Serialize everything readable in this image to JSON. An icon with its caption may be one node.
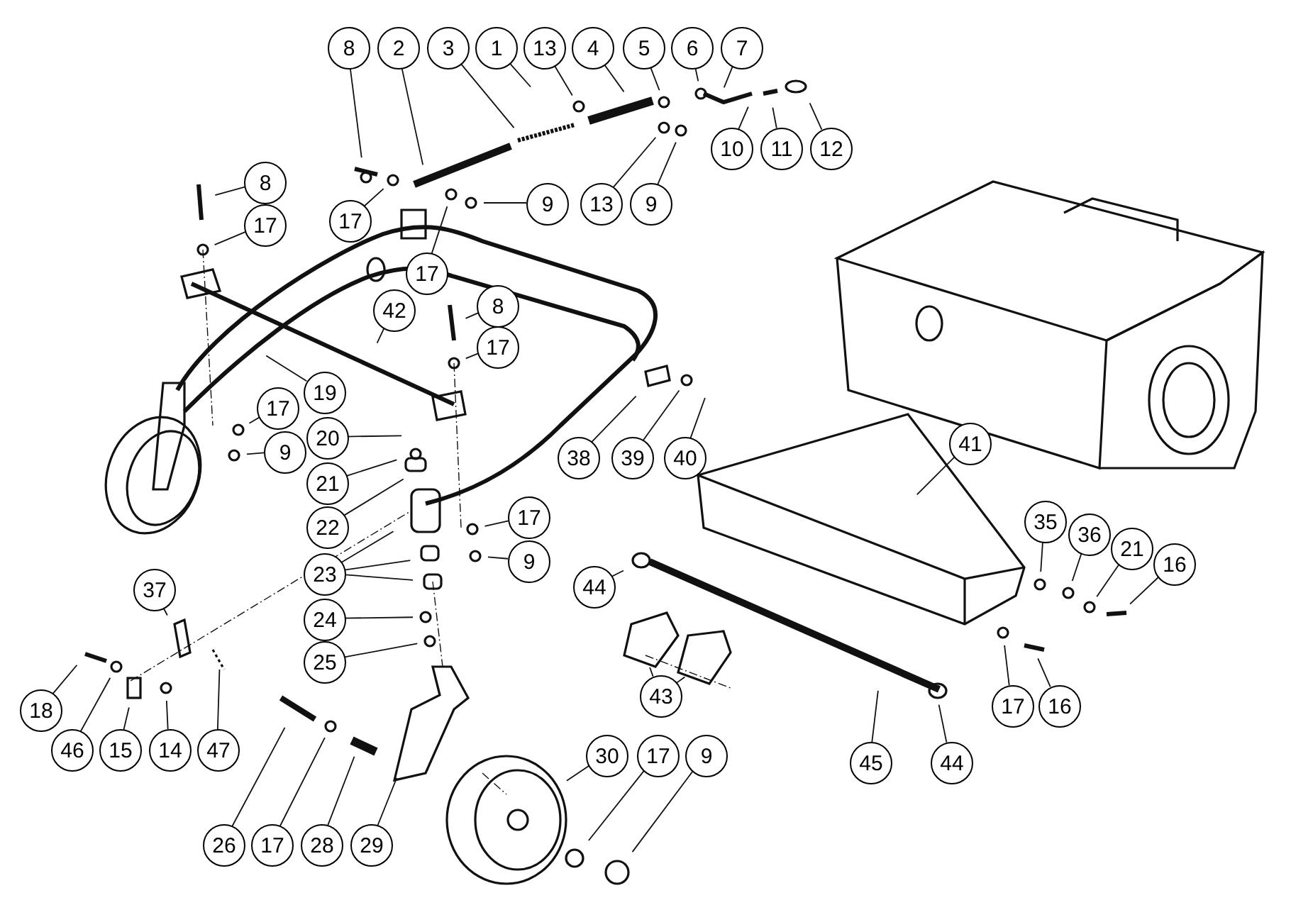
{
  "diagram": {
    "nodes": [
      {
        "text": [
          "8"
        ]
      },
      {
        "text": [
          "2"
        ]
      },
      {
        "text": [
          "3"
        ]
      },
      {
        "text": [
          "1"
        ]
      },
      {
        "text": [
          "13"
        ]
      },
      {
        "text": [
          "4"
        ]
      },
      {
        "text": [
          "5"
        ]
      },
      {
        "text": [
          "6"
        ]
      },
      {
        "text": [
          "7"
        ]
      },
      {
        "text": [
          "10"
        ]
      },
      {
        "text": [
          "11"
        ]
      },
      {
        "text": [
          "12"
        ]
      },
      {
        "text": [
          "17"
        ]
      },
      {
        "text": [
          "9"
        ]
      },
      {
        "text": [
          "13"
        ]
      },
      {
        "text": [
          "9"
        ]
      },
      {
        "text": [
          "8"
        ]
      },
      {
        "text": [
          "17"
        ]
      },
      {
        "text": [
          "17"
        ]
      },
      {
        "text": [
          "42"
        ]
      },
      {
        "text": [
          "8"
        ]
      },
      {
        "text": [
          "17"
        ]
      },
      {
        "text": [
          "19"
        ]
      },
      {
        "text": [
          "17"
        ]
      },
      {
        "text": [
          "9"
        ]
      },
      {
        "text": [
          "38"
        ]
      },
      {
        "text": [
          "39"
        ]
      },
      {
        "text": [
          "40"
        ]
      },
      {
        "text": [
          "20"
        ]
      },
      {
        "text": [
          "21"
        ]
      },
      {
        "text": [
          "22"
        ]
      },
      {
        "text": [
          "41"
        ]
      },
      {
        "text": [
          "35"
        ]
      },
      {
        "text": [
          "36"
        ]
      },
      {
        "text": [
          "21"
        ]
      },
      {
        "text": [
          "16"
        ]
      },
      {
        "text": [
          "23"
        ]
      },
      {
        "text": [
          "17"
        ]
      },
      {
        "text": [
          "9"
        ]
      },
      {
        "text": [
          "37"
        ]
      },
      {
        "text": [
          "44"
        ]
      },
      {
        "text": [
          "24"
        ]
      },
      {
        "text": [
          "25"
        ]
      },
      {
        "text": [
          "43"
        ]
      },
      {
        "text": [
          "17"
        ]
      },
      {
        "text": [
          "16"
        ]
      },
      {
        "text": [
          "18"
        ]
      },
      {
        "text": [
          "46"
        ]
      },
      {
        "text": [
          "15"
        ]
      },
      {
        "text": [
          "14"
        ]
      },
      {
        "text": [
          "47"
        ]
      },
      {
        "text": [
          "30"
        ]
      },
      {
        "text": [
          "17"
        ]
      },
      {
        "text": [
          "9"
        ]
      },
      {
        "text": [
          "45"
        ]
      },
      {
        "text": [
          "44"
        ]
      },
      {
        "text": [
          "26"
        ]
      },
      {
        "text": [
          "17"
        ]
      },
      {
        "text": [
          "28"
        ]
      },
      {
        "text": [
          "29"
        ]
      }
    ],
    "edges": [
      {
        "from": 0,
        "to": null,
        "arrow": "none"
      },
      {
        "from": 1,
        "to": null,
        "arrow": "none"
      },
      {
        "from": 2,
        "to": null,
        "arrow": "none"
      },
      {
        "from": 3,
        "to": null,
        "arrow": "none"
      },
      {
        "from": 4,
        "to": null,
        "arrow": "none"
      },
      {
        "from": 5,
        "to": null,
        "arrow": "none"
      },
      {
        "from": 6,
        "to": null,
        "arrow": "none"
      },
      {
        "from": 7,
        "to": null,
        "arrow": "none"
      },
      {
        "from": 8,
        "to": null,
        "arrow": "none"
      },
      {
        "from": 9,
        "to": null,
        "arrow": "none"
      },
      {
        "from": 10,
        "to": null,
        "arrow": "none"
      },
      {
        "from": 11,
        "to": null,
        "arrow": "none"
      },
      {
        "from": 12,
        "to": null,
        "arrow": "none"
      },
      {
        "from": 13,
        "to": null,
        "arrow": "none"
      },
      {
        "from": 14,
        "to": null,
        "arrow": "none"
      },
      {
        "from": 15,
        "to": null,
        "arrow": "none"
      },
      {
        "from": 16,
        "to": null,
        "arrow": "none"
      },
      {
        "from": 17,
        "to": null,
        "arrow": "none"
      },
      {
        "from": 18,
        "to": null,
        "arrow": "none"
      },
      {
        "from": 19,
        "to": null,
        "arrow": "none"
      },
      {
        "from": 20,
        "to": null,
        "arrow": "none"
      },
      {
        "from": 21,
        "to": null,
        "arrow": "none"
      },
      {
        "from": 22,
        "to": null,
        "arrow": "none"
      },
      {
        "from": 23,
        "to": null,
        "arrow": "none"
      },
      {
        "from": 24,
        "to": null,
        "arrow": "none"
      },
      {
        "from": 25,
        "to": null,
        "arrow": "none"
      },
      {
        "from": 26,
        "to": null,
        "arrow": "none"
      },
      {
        "from": 27,
        "to": null,
        "arrow": "none"
      },
      {
        "from": 28,
        "to": null,
        "arrow": "none"
      },
      {
        "from": 29,
        "to": null,
        "arrow": "none"
      },
      {
        "from": 30,
        "to": null,
        "arrow": "none"
      },
      {
        "from": 31,
        "to": null,
        "arrow": "none"
      },
      {
        "from": 32,
        "to": null,
        "arrow": "none"
      },
      {
        "from": 33,
        "to": null,
        "arrow": "none"
      },
      {
        "from": 34,
        "to": null,
        "arrow": "none"
      },
      {
        "from": 35,
        "to": null,
        "arrow": "none"
      },
      {
        "from": 36,
        "to": null,
        "arrow": "none"
      },
      {
        "from": 36,
        "to": null,
        "arrow": "none"
      },
      {
        "from": 36,
        "to": null,
        "arrow": "none"
      },
      {
        "from": 37,
        "to": null,
        "arrow": "none"
      },
      {
        "from": 38,
        "to": null,
        "arrow": "none"
      },
      {
        "from": 39,
        "to": null,
        "arrow": "none"
      },
      {
        "from": 40,
        "to": null,
        "arrow": "none"
      },
      {
        "from": 41,
        "to": null,
        "arrow": "none"
      },
      {
        "from": 42,
        "to": null,
        "arrow": "none"
      },
      {
        "from": 43,
        "to": null,
        "arrow": "none"
      },
      {
        "from": 43,
        "to": null,
        "arrow": "none"
      },
      {
        "from": 44,
        "to": null,
        "arrow": "none"
      },
      {
        "from": 45,
        "to": null,
        "arrow": "none"
      },
      {
        "from": 46,
        "to": null,
        "arrow": "none"
      },
      {
        "from": 47,
        "to": null,
        "arrow": "none"
      },
      {
        "from": 48,
        "to": null,
        "arrow": "none"
      },
      {
        "from": 49,
        "to": null,
        "arrow": "none"
      },
      {
        "from": 50,
        "to": null,
        "arrow": "none"
      },
      {
        "from": 51,
        "to": null,
        "arrow": "none"
      },
      {
        "from": 52,
        "to": null,
        "arrow": "none"
      },
      {
        "from": 53,
        "to": null,
        "arrow": "none"
      },
      {
        "from": 54,
        "to": null,
        "arrow": "none"
      },
      {
        "from": 55,
        "to": null,
        "arrow": "none"
      },
      {
        "from": 56,
        "to": null,
        "arrow": "none"
      },
      {
        "from": 57,
        "to": null,
        "arrow": "none"
      },
      {
        "from": 58,
        "to": null,
        "arrow": "none"
      },
      {
        "from": 59,
        "to": null,
        "arrow": "none"
      }
    ]
  }
}
